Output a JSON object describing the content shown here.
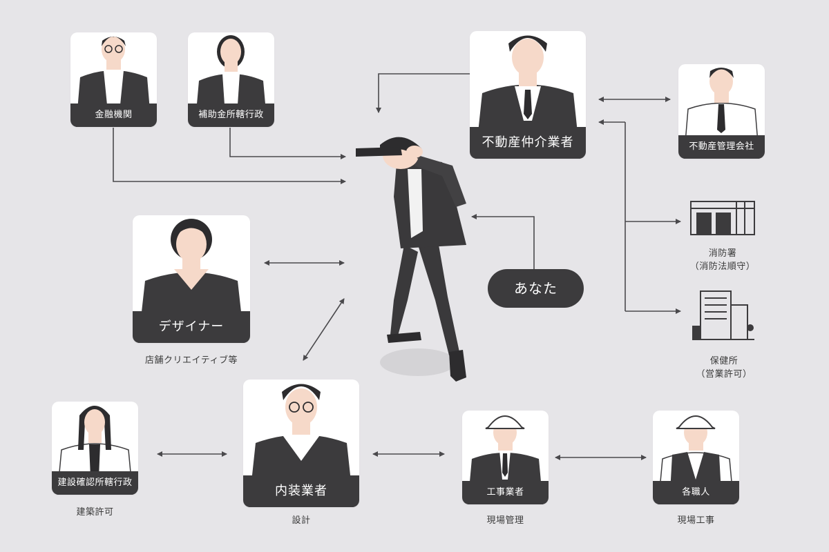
{
  "nodes": {
    "finance": {
      "label": "金融機関"
    },
    "subsidy": {
      "label": "補助金所轄行政"
    },
    "broker": {
      "label": "不動産仲介業者"
    },
    "property_mgmt": {
      "label": "不動産管理会社"
    },
    "fire_station": {
      "label": "消防署",
      "sub": "（消防法順守）"
    },
    "health_center": {
      "label": "保健所",
      "sub": "（営業許可）"
    },
    "designer": {
      "label": "デザイナー",
      "caption": "店舗クリエイティブ等"
    },
    "you": {
      "label": "あなた"
    },
    "building_admin": {
      "label": "建設確認所轄行政",
      "caption": "建築許可"
    },
    "interior": {
      "label": "内装業者",
      "caption": "設計"
    },
    "contractor": {
      "label": "工事業者",
      "caption": "現場管理"
    },
    "craftsmen": {
      "label": "各職人",
      "caption": "現場工事"
    }
  },
  "colors": {
    "background": "#e6e5e8",
    "dark": "#3c3b3d",
    "card": "#ffffff",
    "skin": "#f6d9c9",
    "line": "#4a494c"
  }
}
